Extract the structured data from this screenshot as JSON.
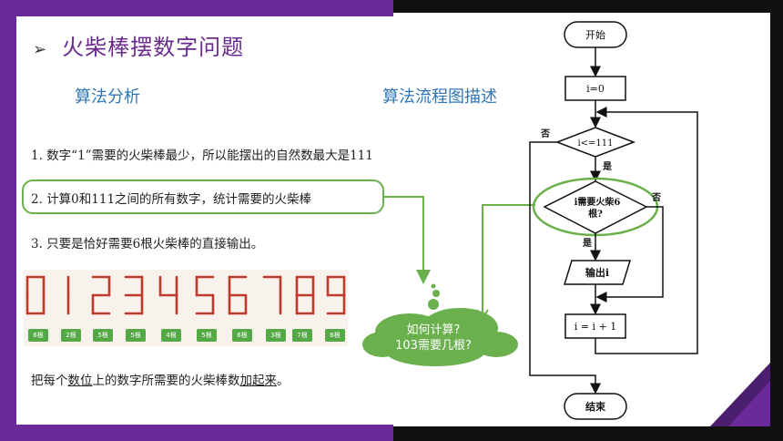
{
  "title": "火柴棒摆数字问题",
  "subtitle_left": "算法分析",
  "subtitle_right": "算法流程图描述",
  "items": [
    "1. 数字“1”需要的火柴棒最少，所以能摆出的自然数最大是111",
    "2. 计算0和111之间的所有数字，统计需要的火柴棒",
    "3. 只要是恰好需要6根火柴棒的直接输出。"
  ],
  "digits": [
    "0",
    "1",
    "2",
    "3",
    "4",
    "5",
    "6",
    "7",
    "8",
    "9"
  ],
  "stick_counts": [
    "6根",
    "2根",
    "5根",
    "5根",
    "4根",
    "5根",
    "6根",
    "3根",
    "7根",
    "6根"
  ],
  "bottom": {
    "part1": "把每个",
    "u1": "数位",
    "part2": "上的数字所需要的火柴棒数",
    "u2": "加起来",
    "part3": "。"
  },
  "cloud": {
    "line1": "如何计算?",
    "line2": "103需要几根?"
  },
  "flowchart": {
    "start": "开始",
    "init": "i=0",
    "cond1": "i<=111",
    "yes1": "是",
    "no1": "否",
    "cond2_line1": "i需要火柴6",
    "cond2_line2": "根?",
    "yes2": "是",
    "no2": "否",
    "output": "输出i",
    "increment": "i = i + 1",
    "end": "结束"
  },
  "colors": {
    "purple": "#6b2a9a",
    "blue": "#2e75b6",
    "green": "#6ab04c",
    "match": "#c0392b"
  }
}
